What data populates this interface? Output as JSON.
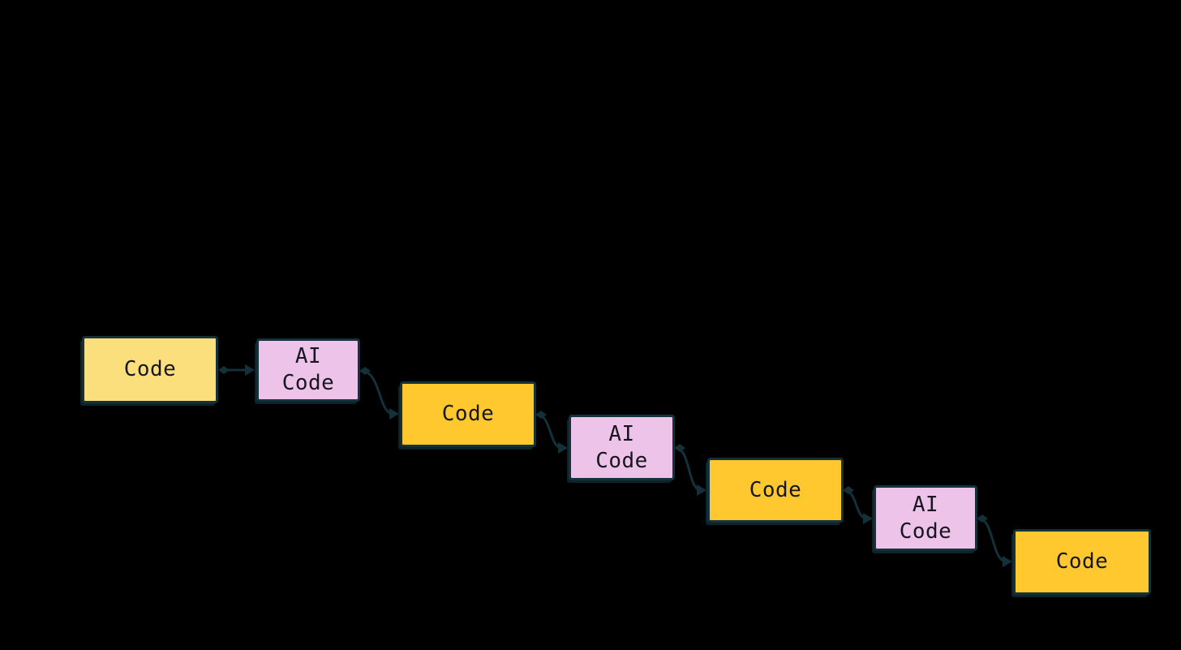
{
  "diagram": {
    "description": "Staircase flow of alternating human-written and AI-written code blocks",
    "nodes": [
      {
        "id": "code-1",
        "variant": "gold-light",
        "lines": [
          "Code"
        ]
      },
      {
        "id": "ai-code-1",
        "variant": "pink",
        "lines": [
          "AI",
          "Code"
        ]
      },
      {
        "id": "code-2",
        "variant": "gold",
        "lines": [
          "Code"
        ]
      },
      {
        "id": "ai-code-2",
        "variant": "pink",
        "lines": [
          "AI",
          "Code"
        ]
      },
      {
        "id": "code-3",
        "variant": "gold",
        "lines": [
          "Code"
        ]
      },
      {
        "id": "ai-code-3",
        "variant": "pink",
        "lines": [
          "AI",
          "Code"
        ]
      },
      {
        "id": "code-4",
        "variant": "gold",
        "lines": [
          "Code"
        ]
      }
    ],
    "edges": [
      {
        "from": "code-1",
        "to": "ai-code-1"
      },
      {
        "from": "ai-code-1",
        "to": "code-2"
      },
      {
        "from": "code-2",
        "to": "ai-code-2"
      },
      {
        "from": "ai-code-2",
        "to": "code-3"
      },
      {
        "from": "code-3",
        "to": "ai-code-3"
      },
      {
        "from": "ai-code-3",
        "to": "code-4"
      }
    ]
  },
  "colors": {
    "background": "#000000",
    "gold": "#FFC82E",
    "gold-light": "#FBDF7D",
    "pink": "#EEC3EA",
    "node-border": "#14323C",
    "node-shadow": "#0D222B",
    "node-text": "#17171F",
    "arrow": "#143039"
  }
}
